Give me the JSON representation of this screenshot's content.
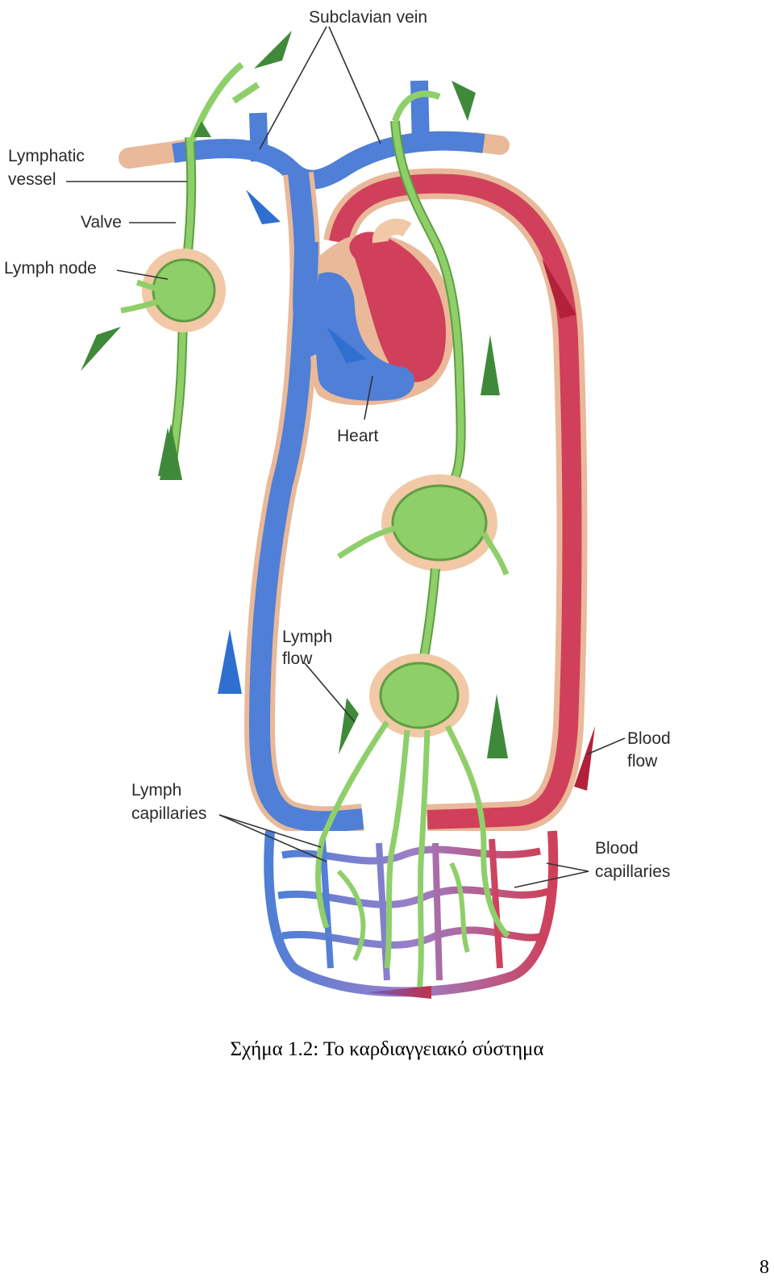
{
  "figure": {
    "labels": {
      "subclavian_vein": "Subclavian vein",
      "lymphatic_vessel_1": "Lymphatic",
      "lymphatic_vessel_2": "vessel",
      "valve": "Valve",
      "lymph_node": "Lymph node",
      "heart": "Heart",
      "lymph_flow_1": "Lymph",
      "lymph_flow_2": "flow",
      "blood_flow_1": "Blood",
      "blood_flow_2": "flow",
      "lymph_capillaries_1": "Lymph",
      "lymph_capillaries_2": "capillaries",
      "blood_capillaries_1": "Blood",
      "blood_capillaries_2": "capillaries"
    },
    "colors": {
      "vein": "#4f7fd6",
      "artery": "#d0405a",
      "lymph": "#8fcf6a",
      "lymph_outline": "#5f9e40",
      "node_halo": "#f1c9a6",
      "arrow_green": "#3f8a3a",
      "arrow_blue": "#2f6fd0",
      "arrow_red": "#b3203a"
    }
  },
  "caption": "Σχήμα 1.2: Το καρδιαγγειακό σύστημα",
  "page_number": "8"
}
